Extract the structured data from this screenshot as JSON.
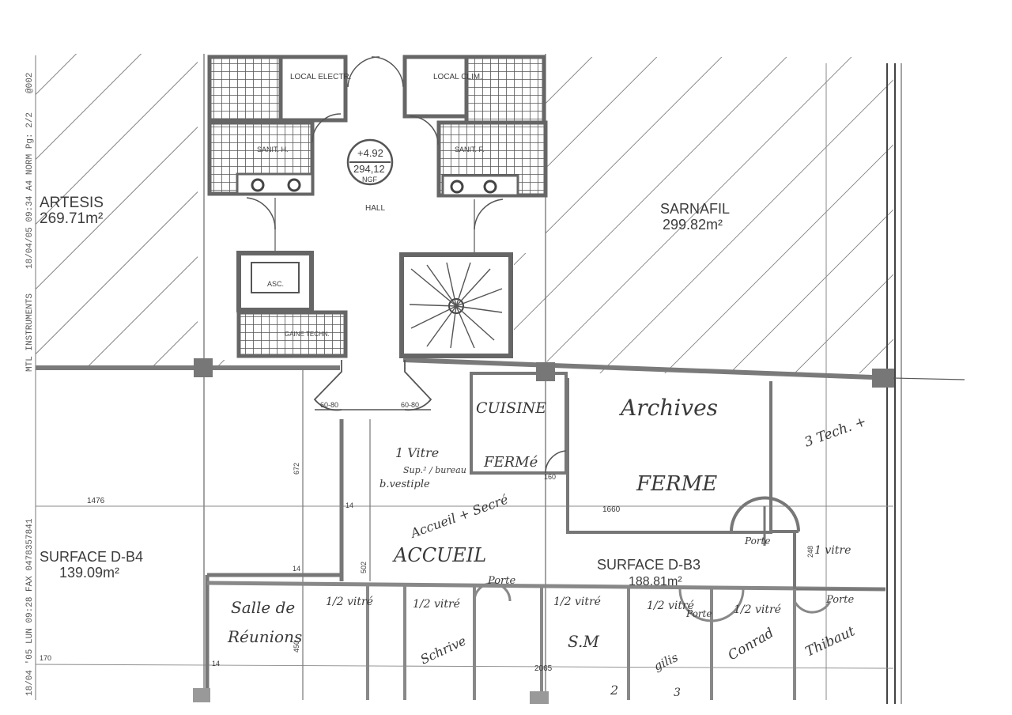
{
  "fax_header": "18/04 '05 LUN 09:28 FAX 0478357841",
  "fax_header_2": "MTL INSTRUMENTS",
  "fax_header_3": "18/04/05 09:34 A4 NORM Pg: 2/2",
  "fax_header_4": "@002",
  "units": {
    "artesis": {
      "name": "ARTESIS",
      "area": "269.71m²"
    },
    "sarnafil": {
      "name": "SARNAFIL",
      "area": "299.82m²"
    },
    "surface_b4": {
      "name": "SURFACE D-B4",
      "area": "139.09m²"
    },
    "surface_b3": {
      "name": "SURFACE D-B3",
      "area": "188.81m²"
    }
  },
  "core": {
    "local_electr": "LOCAL ELECTR.",
    "local_clim": "LOCAL CLIM.",
    "sanit_h": "SANIT. H.",
    "sanit_f": "SANIT. F.",
    "level": "+4.92",
    "ngf": "294,12",
    "ngf_label": "NGF",
    "hall": "HALL",
    "asc": "ASC.",
    "gaine": "GAINE TECHN."
  },
  "dims": {
    "d1476": "1476",
    "d1660": "1660",
    "d2065": "2065",
    "d60a": "60-80",
    "d60b": "60-80",
    "d14a": "14",
    "d14b": "14",
    "d14c": "14",
    "d672": "672",
    "d502": "502",
    "d450": "450",
    "d248": "248",
    "d170": "170",
    "d160": "160"
  },
  "handwritten": {
    "cuisine": "CUISINE",
    "ferme_small": "FERMé",
    "archives": "Archives",
    "ferme_big": "FERME",
    "one_vitre": "1 Vitre",
    "sup_note": "Sup.² / bureau",
    "bvestiple": "b.vestiple",
    "accueil_secret": "Accueil + Secré",
    "accueil": "ACCUEIL",
    "porte1": "Porte",
    "porte2": "Porte",
    "porte3": "Porte",
    "porte4": "Porte",
    "salle": "Salle de",
    "reunion": "Réunions",
    "v12a": "1/2 vitré",
    "v12b": "1/2 vitré",
    "v12c": "1/2 vitré",
    "v12d": "1/2 vitré",
    "v12e": "1/2 vitré",
    "tech": "3 Tech. +",
    "techb": "1 vitre",
    "n1": "Schrive",
    "n2": "S.M",
    "n3": "gilis",
    "n4": "Conrad",
    "n5": "Thibaut",
    "n6": "2",
    "n7": "3"
  }
}
